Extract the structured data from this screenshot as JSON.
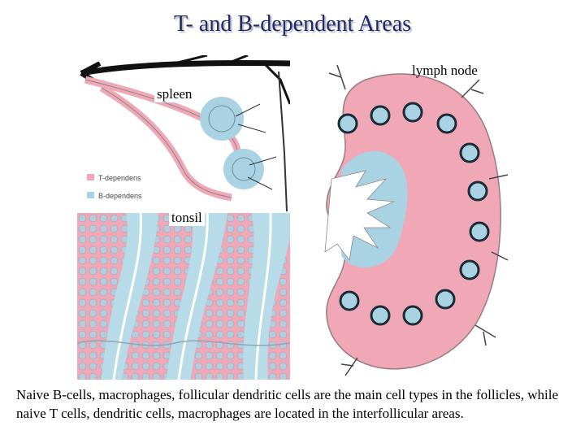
{
  "title": "T- and B-dependent Areas",
  "labels": {
    "spleen": "spleen",
    "lymph_node": "lymph node",
    "tonsil": "tonsil"
  },
  "legend": [
    {
      "text": "T-dependens",
      "color": "#f0a7b6"
    },
    {
      "text": "B-dependens",
      "color": "#a9d3e3"
    }
  ],
  "caption": "Naive B-cells, macrophages, follicular dendritic cells are the main cell types in the  follicles, while naive T cells, dendritic cells, macrophages are located in the interfollicular areas.",
  "colors": {
    "t_zone": "#f0a7b6",
    "b_zone": "#a9d3e3",
    "title": "#1f2a66"
  }
}
